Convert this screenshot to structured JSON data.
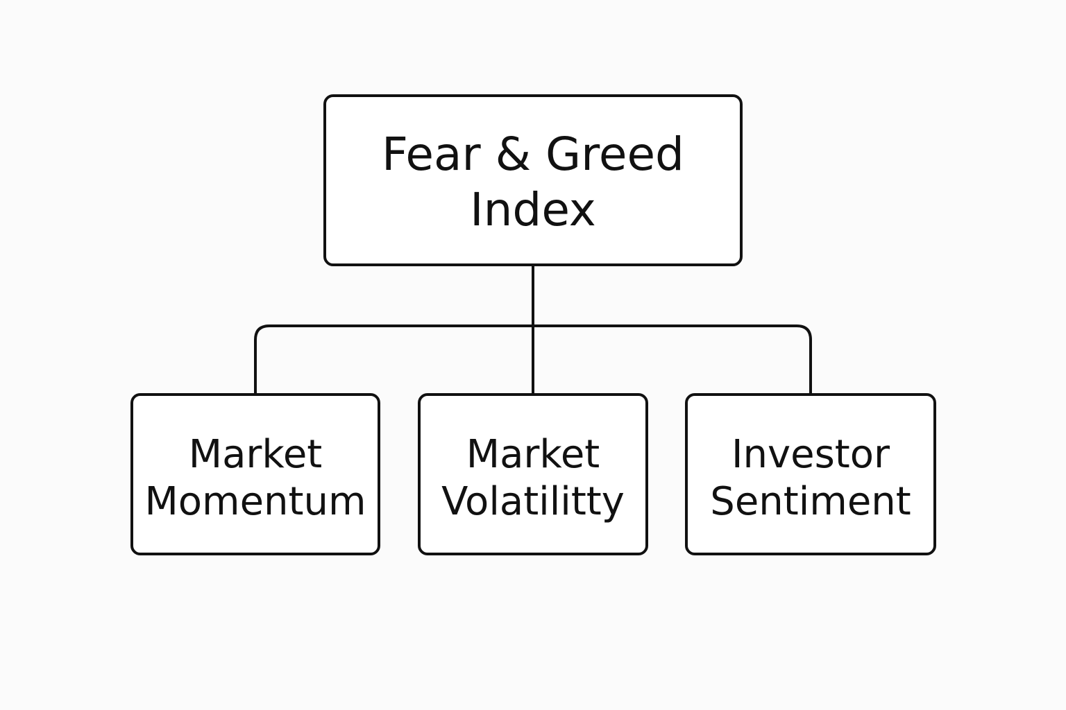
{
  "colors": {
    "background": "#fbfbfb",
    "stroke": "#111111",
    "text": "#111111"
  },
  "root": {
    "line1": "Fear & Greed",
    "line2": "Index"
  },
  "children": [
    {
      "line1": "Market",
      "line2": "Momentum"
    },
    {
      "line1": "Market",
      "line2": "Volatilitty"
    },
    {
      "line1": "Investor",
      "line2": "Sentiment"
    }
  ]
}
